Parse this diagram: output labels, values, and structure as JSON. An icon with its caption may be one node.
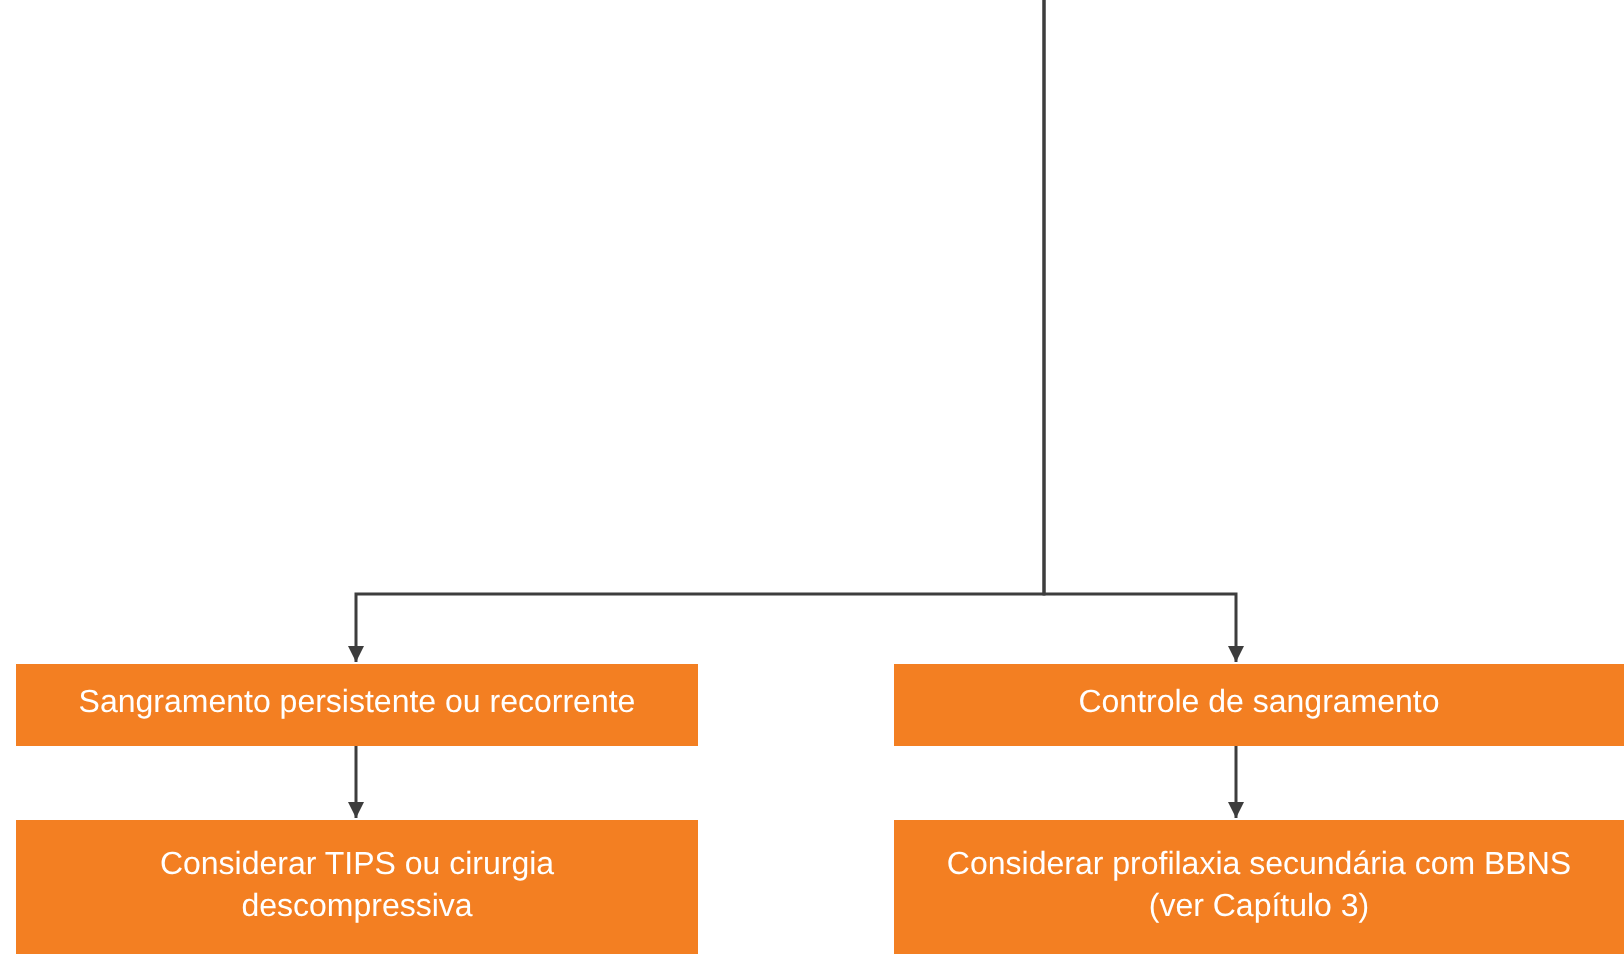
{
  "diagram": {
    "nodes": [
      {
        "text": [
          "Sangramento persistente ou recorrente"
        ]
      },
      {
        "text": [
          "Controle de sangramento"
        ]
      },
      {
        "text": [
          "Considerar TIPS ou cirurgia descompressiva"
        ]
      },
      {
        "text": [
          "Considerar profilaxia secundária com BBNS (ver Capítulo 3)"
        ]
      }
    ],
    "edges": [
      {
        "from": null,
        "to": 0,
        "arrow": "to"
      },
      {
        "from": null,
        "to": 1,
        "arrow": "to"
      },
      {
        "from": 0,
        "to": 2,
        "arrow": "to"
      },
      {
        "from": 1,
        "to": 3,
        "arrow": "to"
      }
    ]
  }
}
